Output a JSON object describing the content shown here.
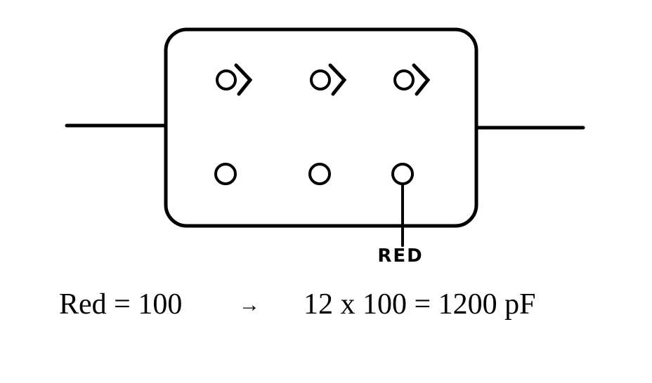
{
  "callout": {
    "label": "RED"
  },
  "equation": {
    "left": "Red = 100",
    "arrow": "→",
    "right": "12 x 100 = 1200 pF"
  },
  "colors": {
    "ink": "#000000",
    "background": "#ffffff"
  }
}
